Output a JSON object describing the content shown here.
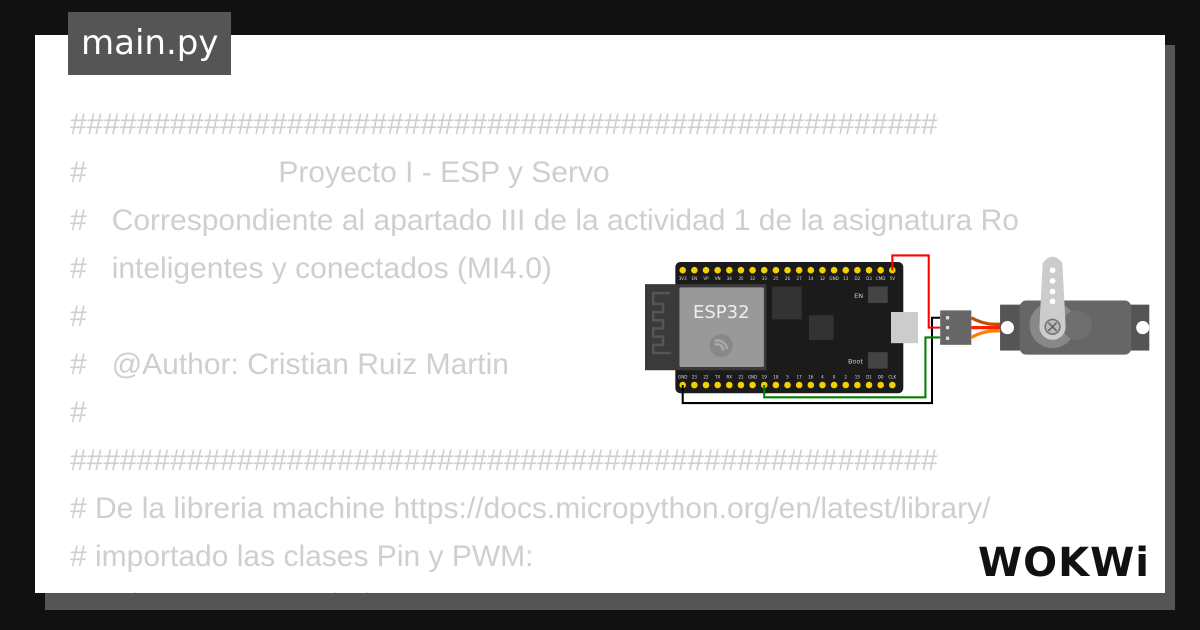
{
  "editor": {
    "filename": "main.py",
    "lines": [
      "####################################################",
      "#                       Proyecto I - ESP y Servo",
      "#   Correspondiente al apartado III de la actividad 1 de la asignatura Ro",
      "#   inteligentes y conectados (MI4.0)",
      "#",
      "#   @Author: Cristian Ruiz Martin",
      "#",
      "####################################################",
      "# De la libreria machine https://docs.micropython.org/en/latest/library/",
      "# importado las clases Pin y PWM:",
      "#   Pin                    de los GPIO"
    ]
  },
  "circuit": {
    "board_label": "ESP32",
    "left_pins": [
      "3V3",
      "EN",
      "VP",
      "VN",
      "34",
      "35",
      "32",
      "33",
      "25",
      "26",
      "27",
      "14",
      "12",
      "GND",
      "13",
      "D2",
      "D3",
      "CMD",
      "5V"
    ],
    "right_pins": [
      "GND",
      "23",
      "22",
      "TX",
      "RX",
      "21",
      "GND",
      "19",
      "18",
      "5",
      "17",
      "16",
      "4",
      "0",
      "2",
      "15",
      "D1",
      "D0",
      "CLK"
    ],
    "button_labels": [
      "EN",
      "Boot"
    ],
    "wire_colors": {
      "gnd": "#000000",
      "signal": "#008000",
      "power": "#ff0000"
    },
    "servo_wire_colors": [
      "#c05000",
      "#ff2000",
      "#ff8000"
    ]
  },
  "brand": {
    "logo_text": "WOKWi"
  }
}
